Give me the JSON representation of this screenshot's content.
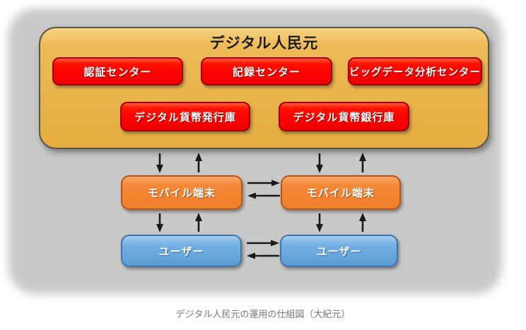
{
  "caption": "デジタル人民元の運用の仕組図（大紀元）",
  "diagram": {
    "title": "デジタル人民元",
    "center_nodes": [
      {
        "label": "認証センター"
      },
      {
        "label": "記録センター"
      },
      {
        "label": "ビッグデータ分析センター"
      }
    ],
    "repository_nodes": [
      {
        "label": "デジタル貨幣発行庫"
      },
      {
        "label": "デジタル貨幣銀行庫"
      }
    ],
    "mobile_nodes": [
      {
        "label": "モバイル端末"
      },
      {
        "label": "モバイル端末"
      }
    ],
    "user_nodes": [
      {
        "label": "ユーザー"
      },
      {
        "label": "ユーザー"
      }
    ]
  },
  "icons": {
    "down_arrow": "↓",
    "up_arrow": "↑",
    "right_arrow": "→",
    "left_arrow": "←"
  },
  "colors": {
    "panel_background": "#c9c9c9",
    "group_fill": "#ecb753",
    "group_border": "#5c5648",
    "center_fill": "#fe0000",
    "center_border": "#a50000",
    "mobile_fill": "#f2853a",
    "mobile_border": "#b65515",
    "user_fill": "#5b9bd5",
    "user_border": "#3f75a8",
    "arrow": "#1a1a1a",
    "node_text": "#ffffff",
    "title_text": "#1a1a1a",
    "caption_text": "#767676"
  }
}
